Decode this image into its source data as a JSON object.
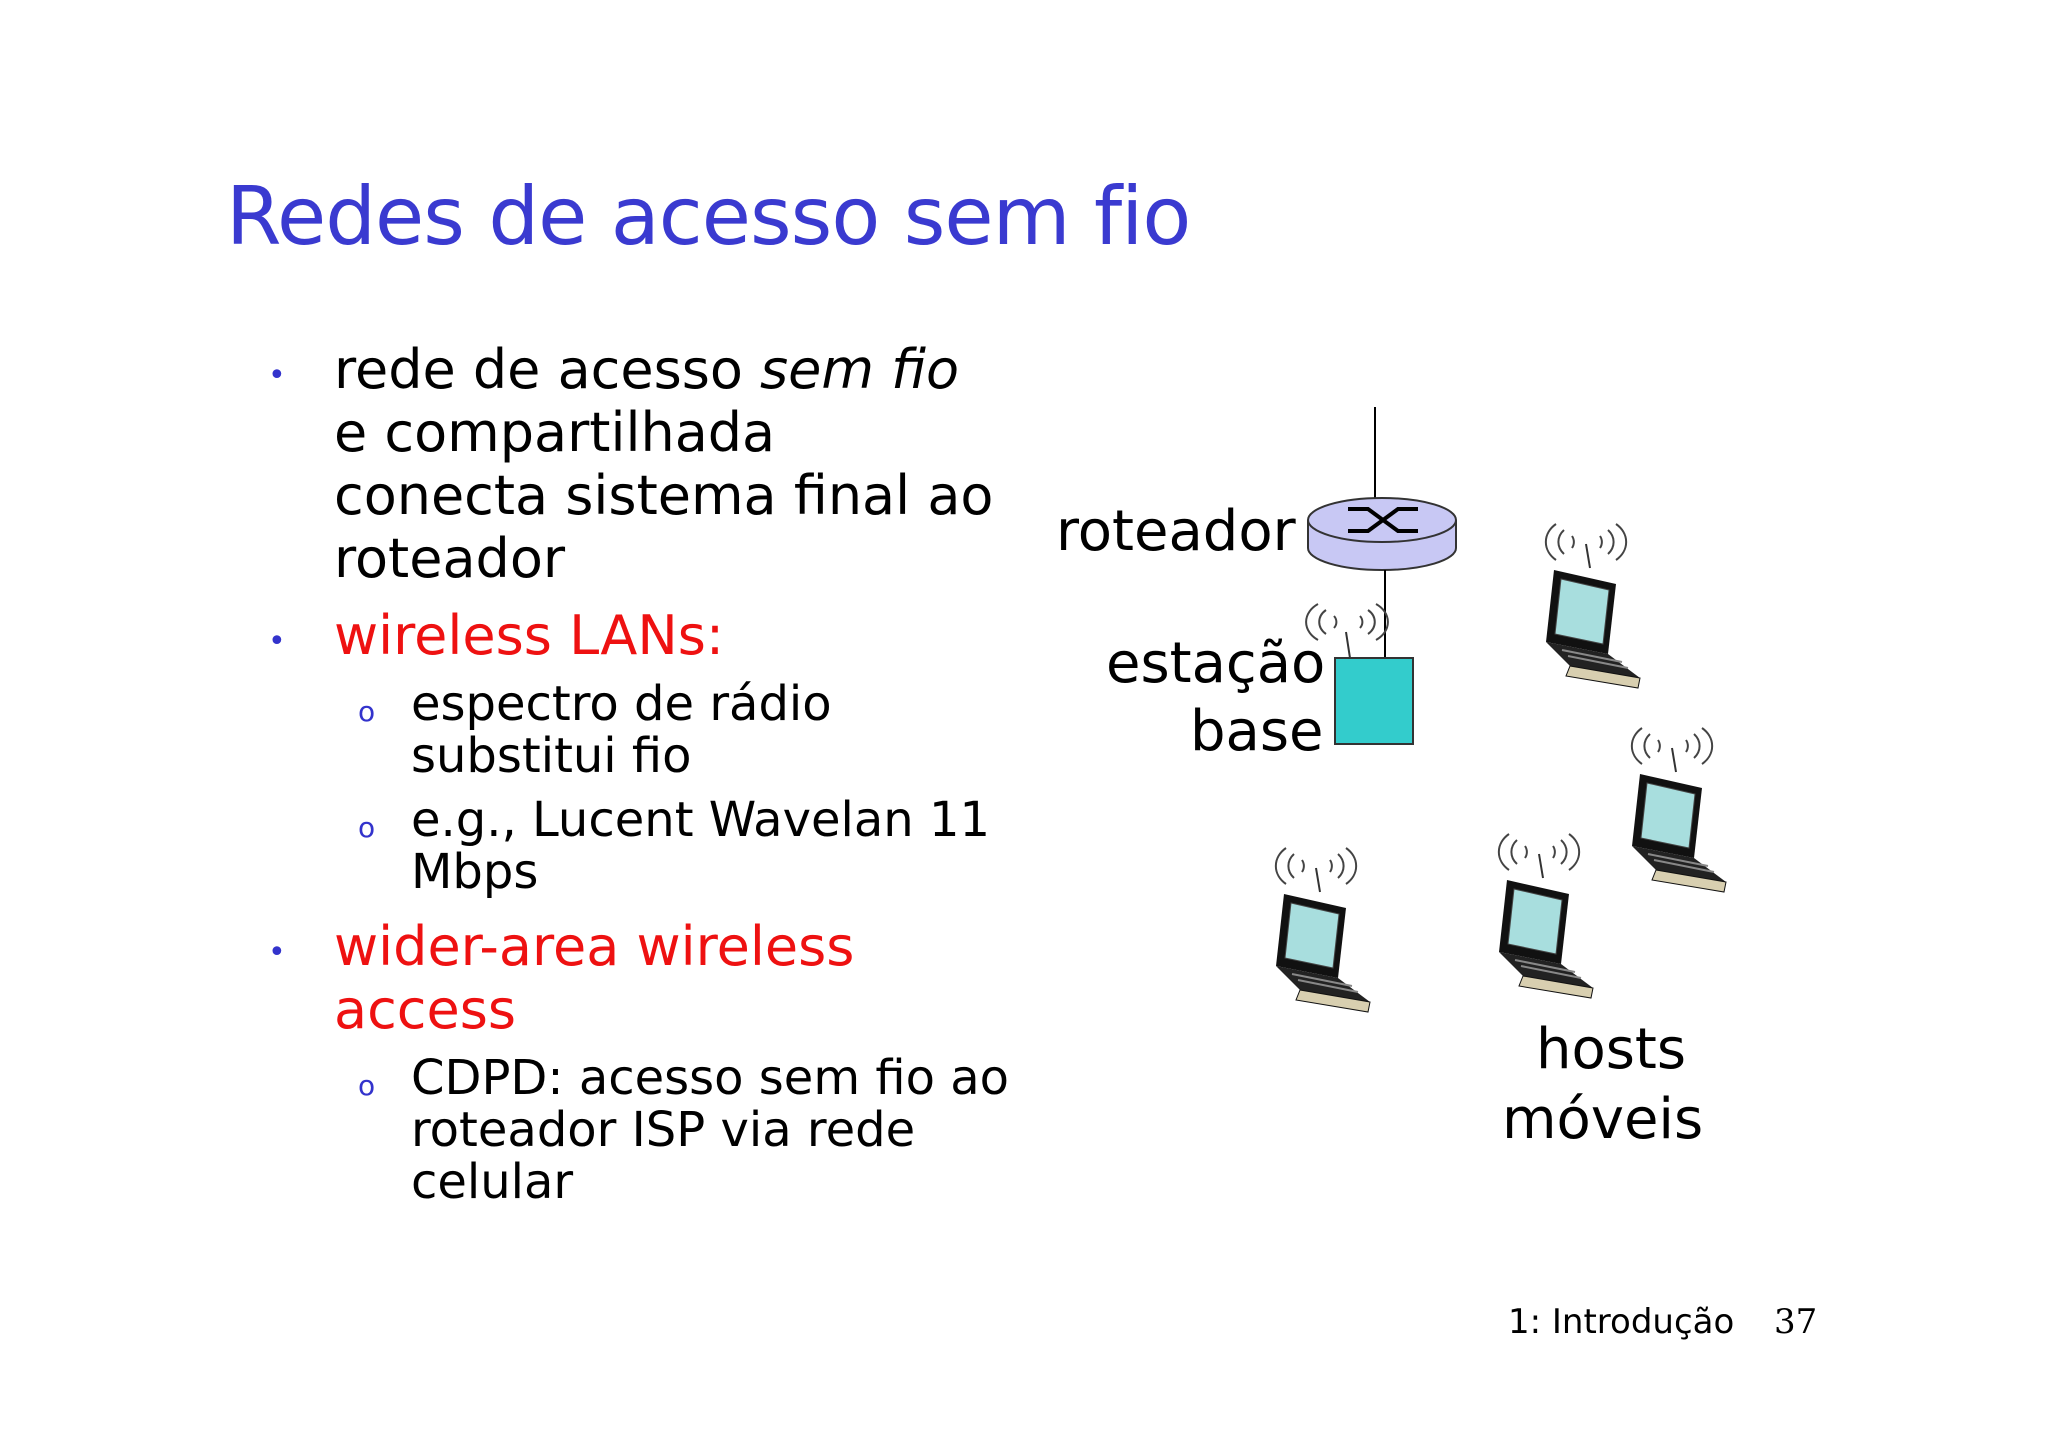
{
  "title": "Redes de acesso sem fio",
  "bullets": {
    "b1": {
      "line1_pre": "rede de acesso ",
      "line1_italic": "sem fio",
      "line2": "e compartilhada",
      "line3": "conecta sistema final ao",
      "line4": "roteador"
    },
    "b2": {
      "label": "wireless LANs:",
      "subs": [
        {
          "line1": "espectro de rádio",
          "line2": "substitui fio"
        },
        {
          "line1": "e.g., Lucent Wavelan 11",
          "line2": "Mbps"
        }
      ]
    },
    "b3": {
      "line1": "wider-area wireless",
      "line2": "access",
      "subs": [
        {
          "line1": "CDPD: acesso sem fio ao",
          "line2": "roteador ISP via rede",
          "line3": "celular"
        }
      ]
    },
    "bullet_char": "•",
    "sub_bullet_char": "o"
  },
  "diagram": {
    "router_label": "roteador",
    "base_label_1": "estação",
    "base_label_2": "base",
    "hosts_label_1": "hosts",
    "hosts_label_2": "móveis",
    "icons": [
      "router-icon",
      "base-station-icon",
      "laptop-icon",
      "wireless-signal-icon"
    ],
    "colors": {
      "router": "#c8c8f4",
      "base_station": "#33cccc",
      "screen": "#a8dede"
    }
  },
  "footer": {
    "chapter": "1: Introdução",
    "page": "37"
  },
  "colors": {
    "title": "#3a3ad0",
    "highlight": "#ee1111",
    "bullet": "#3333cc"
  }
}
